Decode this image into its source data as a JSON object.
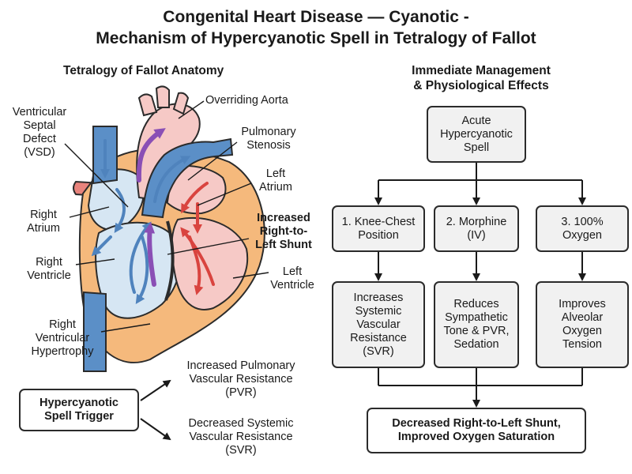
{
  "title": {
    "line1": "Congenital Heart Disease — Cyanotic -",
    "line2": "Mechanism of Hypercyanotic Spell in Tetralogy of Fallot"
  },
  "anatomy": {
    "heading": "Tetralogy of Fallot Anatomy",
    "labels": {
      "vsd_l1": "Ventricular",
      "vsd_l2": "Septal",
      "vsd_l3": "Defect",
      "vsd_l4": "(VSD)",
      "aorta": "Overriding Aorta",
      "pulm_l1": "Pulmonary",
      "pulm_l2": "Stenosis",
      "la_l1": "Left",
      "la_l2": "Atrium",
      "ra_l1": "Right",
      "ra_l2": "Atrium",
      "shunt_l1": "Increased",
      "shunt_l2": "Right-to-",
      "shunt_l3": "Left Shunt",
      "rv_l1": "Right",
      "rv_l2": "Ventricle",
      "lv_l1": "Left",
      "lv_l2": "Ventricle",
      "rvh_l1": "Right",
      "rvh_l2": "Ventricular",
      "rvh_l3": "Hypertrophy"
    }
  },
  "trigger": {
    "box_l1": "Hypercyanotic",
    "box_l2": "Spell Trigger",
    "effect1_l1": "Increased Pulmonary",
    "effect1_l2": "Vascular Resistance",
    "effect1_l3": "(PVR)",
    "effect2_l1": "Decreased Systemic",
    "effect2_l2": "Vascular Resistance",
    "effect2_l3": "(SVR)"
  },
  "management": {
    "heading_l1": "Immediate Management",
    "heading_l2": "& Physiological Effects",
    "start": "Acute\nHypercyanotic\nSpell",
    "steps": [
      {
        "label": "1. Knee-Chest\nPosition",
        "effect": "Increases\nSystemic\nVascular\nResistance\n(SVR)"
      },
      {
        "label": "2. Morphine\n(IV)",
        "effect": "Reduces\nSympathetic\nTone & PVR,\nSedation"
      },
      {
        "label": "3. 100%\nOxygen",
        "effect": "Improves\nAlveolar\nOxygen\nTension"
      }
    ],
    "outcome": "Decreased Right-to-Left Shunt,\nImproved Oxygen Saturation"
  },
  "colors": {
    "myocardium": "#f5b97c",
    "right_heart": "#d6e6f3",
    "left_heart": "#f6c9c6",
    "deoxygenated": "#5b8fc7",
    "oxygenated": "#e65a55",
    "mixed": "#8a4fb5",
    "box_fill": "#f1f1f1",
    "outline": "#2b2b2b"
  }
}
